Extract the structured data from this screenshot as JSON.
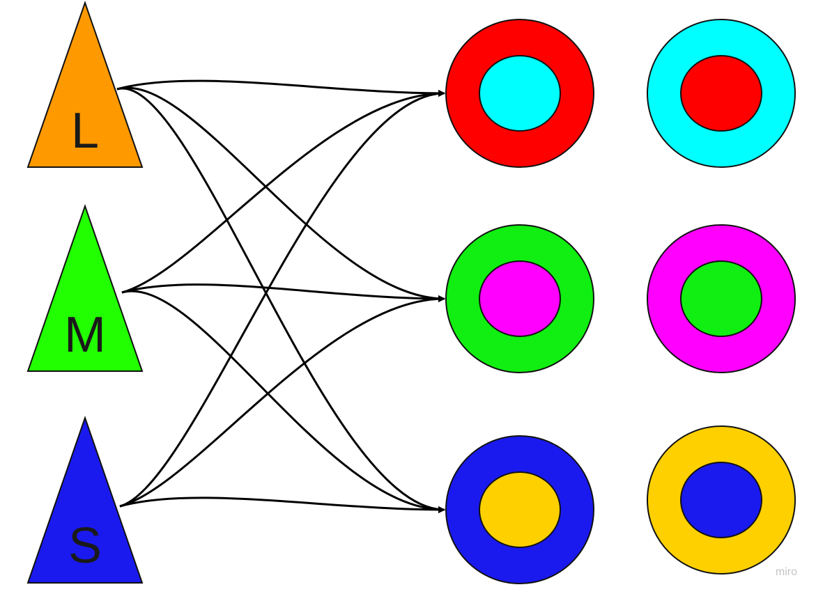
{
  "diagram": {
    "cones": [
      {
        "id": "L",
        "label": "L",
        "color": "#FF9900"
      },
      {
        "id": "M",
        "label": "M",
        "color": "#22FF00"
      },
      {
        "id": "S",
        "label": "S",
        "color": "#1A1AEE"
      }
    ],
    "cells": [
      {
        "id": "red-on-center",
        "outer_color": "#FF0000",
        "inner_color": "#00FFFF"
      },
      {
        "id": "green-on-center",
        "outer_color": "#11EE11",
        "inner_color": "#FF00FF"
      },
      {
        "id": "blue-on-center",
        "outer_color": "#1A1AEE",
        "inner_color": "#FFD000"
      }
    ],
    "opponent_cells": [
      {
        "id": "cyan-on-center",
        "outer_color": "#00FFFF",
        "inner_color": "#FF0000"
      },
      {
        "id": "magenta-on-center",
        "outer_color": "#FF00FF",
        "inner_color": "#11EE11"
      },
      {
        "id": "yellow-on-center",
        "outer_color": "#FFD000",
        "inner_color": "#1A1AEE"
      }
    ],
    "connections": [
      {
        "from": "L",
        "to": "red-on-center"
      },
      {
        "from": "L",
        "to": "green-on-center"
      },
      {
        "from": "L",
        "to": "blue-on-center"
      },
      {
        "from": "M",
        "to": "red-on-center"
      },
      {
        "from": "M",
        "to": "green-on-center"
      },
      {
        "from": "M",
        "to": "blue-on-center"
      },
      {
        "from": "S",
        "to": "red-on-center"
      },
      {
        "from": "S",
        "to": "green-on-center"
      },
      {
        "from": "S",
        "to": "blue-on-center"
      }
    ],
    "watermark": "miro"
  }
}
